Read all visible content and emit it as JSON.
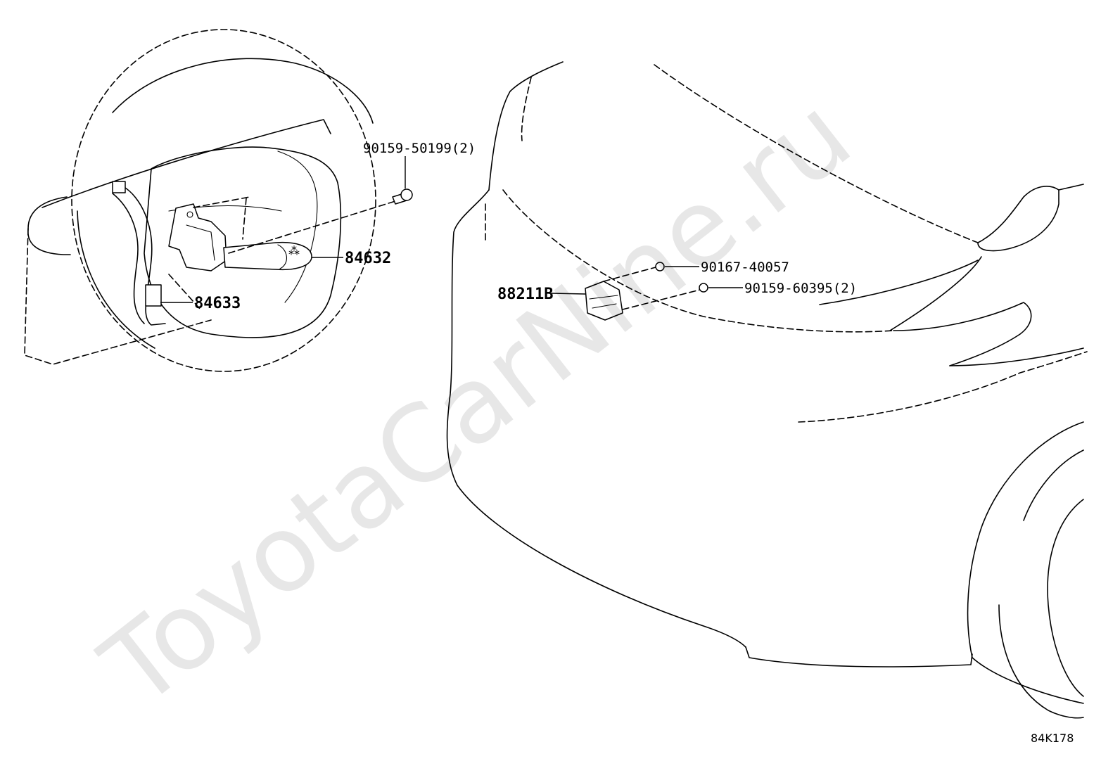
{
  "watermark": {
    "text": "ToyotaCarNine.ru"
  },
  "figure_code": "84K178",
  "labels": {
    "bolt_steering": "90159-50199(2)",
    "switch_84632": "84632",
    "switch_84633": "84633",
    "sensor_88211b": "88211B",
    "bolt_40057": "90167-40057",
    "bolt_60395": "90159-60395(2)"
  },
  "colors": {
    "line": "#000000",
    "background": "#ffffff",
    "watermark": "#000000"
  }
}
